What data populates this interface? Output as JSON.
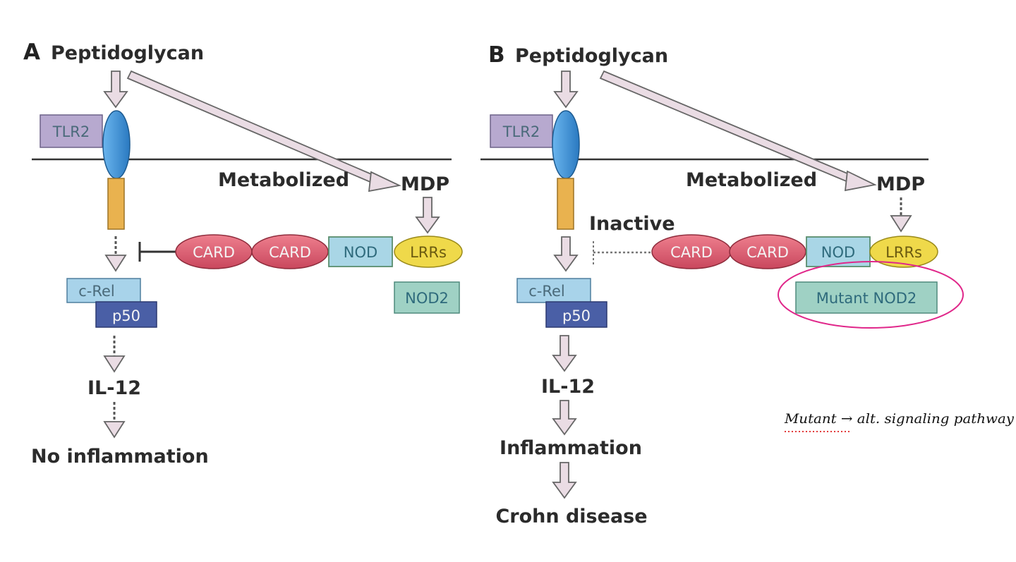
{
  "panel_a": {
    "letter": "A",
    "top_label": "Peptidoglycan",
    "tlr_label": "TLR2",
    "metabolized_label": "Metabolized",
    "mdp_label": "MDP",
    "card1": "CARD",
    "card2": "CARD",
    "nod": "NOD",
    "lrrs": "LRRs",
    "nod2_label": "NOD2",
    "crel_label": "c-Rel",
    "p50_label": "p50",
    "il12_label": "IL-12",
    "outcome_label": "No inflammation"
  },
  "panel_b": {
    "letter": "B",
    "top_label": "Peptidoglycan",
    "tlr_label": "TLR2",
    "metabolized_label": "Metabolized",
    "mdp_label": "MDP",
    "inactive_label": "Inactive",
    "card1": "CARD",
    "card2": "CARD",
    "nod": "NOD",
    "lrrs": "LRRs",
    "nod2_label": "Mutant NOD2",
    "crel_label": "c-Rel",
    "p50_label": "p50",
    "il12_label": "IL-12",
    "outcome_label": "Inflammation",
    "disease_label": "Crohn disease"
  },
  "annotation": {
    "handwritten_note": "Mutant → alt. signaling pathway"
  },
  "colors": {
    "tlr_box": "#b7a9cf",
    "receptor_blue": "#3b8fd4",
    "receptor_stem": "#e9b24f",
    "card": "#d9566b",
    "nod": "#a9d6e6",
    "lrrs": "#efd94a",
    "nod2_box": "#9fd1c4",
    "crel": "#a8d3ea",
    "p50": "#4a5fa6",
    "highlight_ellipse": "#e0278a",
    "arrow_fill": "#eadce4",
    "arrow_stroke": "#666666"
  }
}
